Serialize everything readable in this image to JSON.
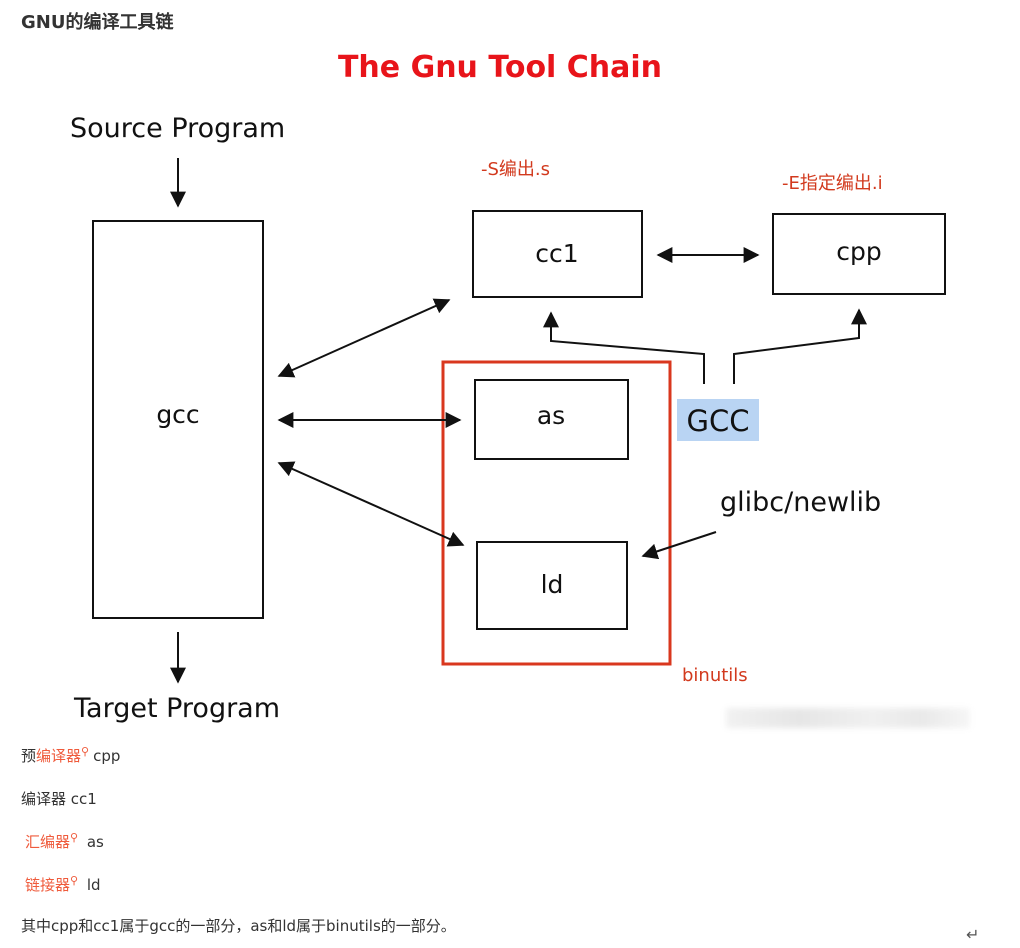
{
  "heading": "GNU的编译工具链",
  "diagram": {
    "title": "The Gnu Tool Chain",
    "source_label": "Source Program",
    "target_label": "Target Program",
    "gcc_box_label": "gcc",
    "cc1_label": "cc1",
    "cpp_label": "cpp",
    "as_label": "as",
    "ld_label": "ld",
    "gcc_group_label": "GCC",
    "glibc_label": "glibc/newlib",
    "binutils_label": "binutils",
    "s_option_note": "-S编出.s",
    "e_option_note": "-E指定编出.i",
    "colors": {
      "title": "#e8141a",
      "annotation": "#d23a1e",
      "gcc_highlight": "#b9d4f3"
    }
  },
  "lines": [
    {
      "prefix": "预",
      "link": "编译器",
      "suffix": "cpp"
    },
    {
      "prefix": "编译器 cc1"
    },
    {
      "link": "汇编器",
      "suffix": " as"
    },
    {
      "link": "链接器",
      "suffix": " ld"
    }
  ],
  "summary": "其中cpp和cc1属于gcc的一部分，as和ld属于binutils的一部分。",
  "return_mark": "↵",
  "search_icon": "magnifier-icon"
}
